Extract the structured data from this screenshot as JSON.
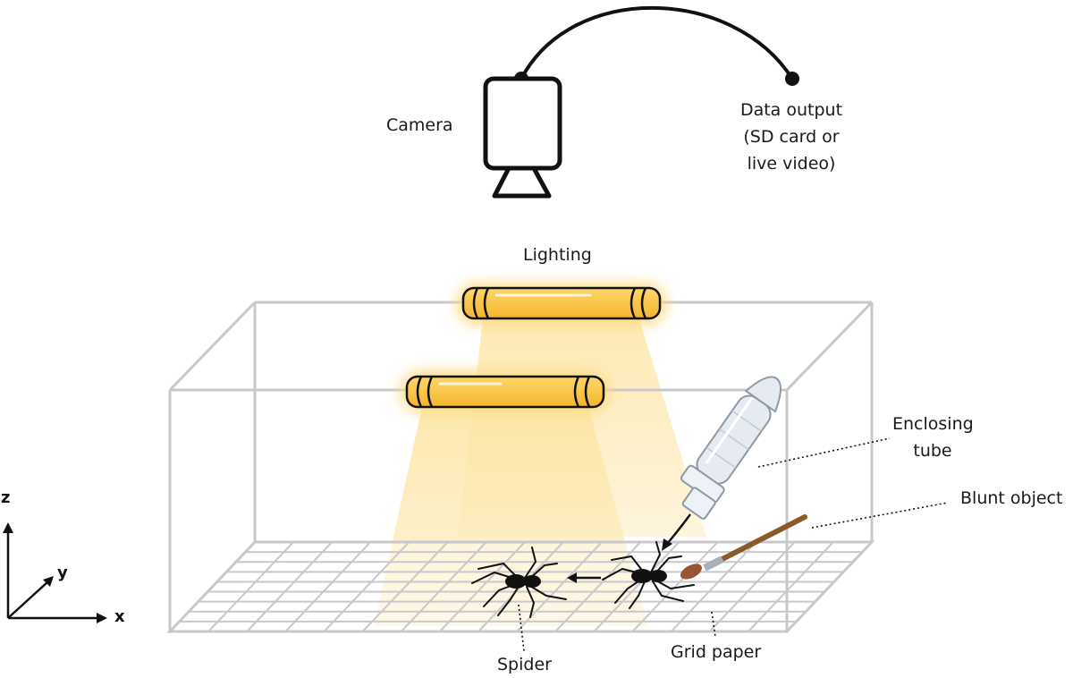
{
  "labels": {
    "camera": "Camera",
    "data_output": [
      "Data output",
      "(SD card or",
      "live video)"
    ],
    "lighting": "Lighting",
    "enclosing_tube": [
      "Enclosing",
      "tube"
    ],
    "blunt_object": "Blunt object",
    "spider": "Spider",
    "grid_paper": "Grid paper"
  },
  "axes": {
    "z": "z",
    "y": "y",
    "x": "x"
  },
  "colors": {
    "outline": "#111111",
    "tank": "#c8c8cc",
    "light_fill": "#fbc146",
    "light_glow": "#fde6a6",
    "beam": "#fdecc0",
    "tube": "#e4e9ef",
    "brush_handle": "#8a5a2b",
    "brush_tip": "#9a5434"
  }
}
